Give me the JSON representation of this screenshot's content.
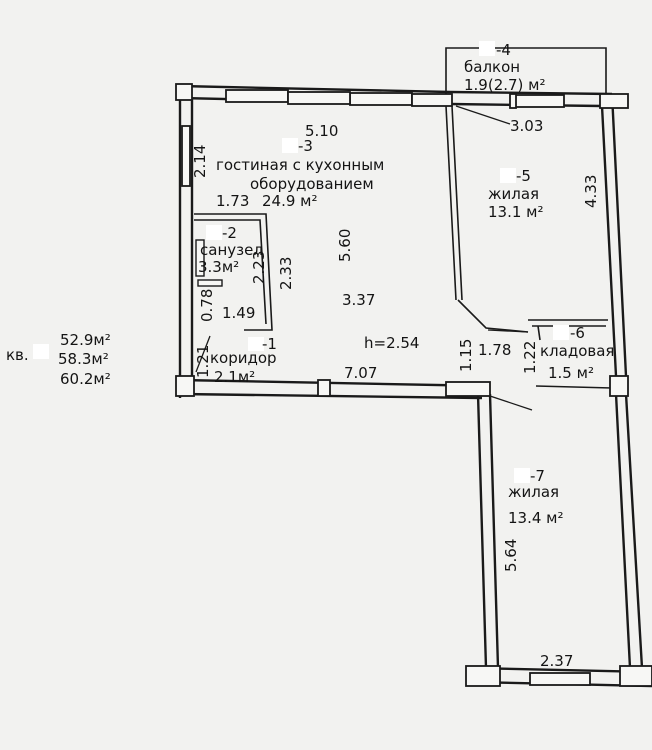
{
  "apartment": {
    "prefix": "кв.",
    "areas": [
      "52.9м²",
      "58.3м²",
      "60.2м²"
    ]
  },
  "ceiling_height": "h=2.54",
  "rooms": {
    "balcony": {
      "num": "-4",
      "name": "балкон",
      "area": "1.9(2.7) м²",
      "dim_width": "3.03"
    },
    "living_kitchen": {
      "num": "-3",
      "name_line1": "гостиная с кухонным",
      "name_line2": "оборудованием",
      "area": "24.9 м²",
      "dim_top": "5.10",
      "dim_left": "2.14",
      "dim_mid": "1.73",
      "dim_length": "5.60",
      "dim_inner": "3.37"
    },
    "bathroom": {
      "num": "-2",
      "name": "санузел",
      "area": "3.3м²",
      "dim_a": "2.23",
      "dim_b": "2.33",
      "dim_c": "0.78",
      "dim_d": "1.49"
    },
    "corridor": {
      "num": "-1",
      "name": "коридор",
      "area": "2.1м²",
      "dim_a": "1.21",
      "dim_length": "7.07"
    },
    "bedroom1": {
      "num": "-5",
      "name": "жилая",
      "area": "13.1 м²",
      "dim_side": "4.33",
      "dim_a": "1.15",
      "dim_b": "1.78"
    },
    "storage": {
      "num": "-6",
      "name": "кладовая",
      "area": "1.5 м²",
      "dim_a": "1.22"
    },
    "bedroom2": {
      "num": "-7",
      "name": "жилая",
      "area": "13.4 м²",
      "dim_side": "5.64",
      "dim_bottom": "2.37"
    }
  }
}
